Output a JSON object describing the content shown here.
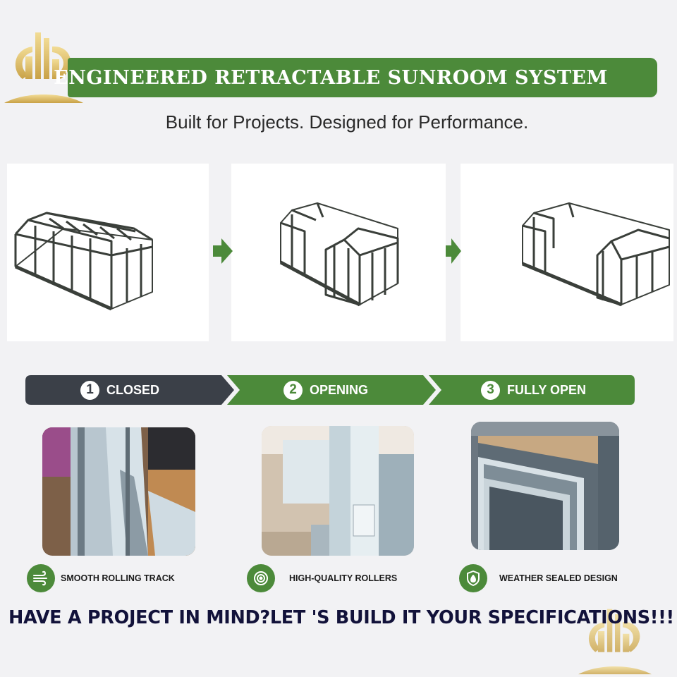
{
  "header": {
    "title": "ENGINEERED RETRACTABLE SUNROOM SYSTEM",
    "subtitle": "Built for Projects. Designed for Performance."
  },
  "steps": [
    {
      "number": "1",
      "label": "CLOSED"
    },
    {
      "number": "2",
      "label": "OPENING"
    },
    {
      "number": "3",
      "label": "FULLY OPEN"
    }
  ],
  "features": [
    {
      "label": "SMOOTH ROLLING TRACK",
      "icon": "track-icon"
    },
    {
      "label": "HIGH-QUALITY ROLLERS",
      "icon": "roller-icon"
    },
    {
      "label": "WEATHER SEALED DESIGN",
      "icon": "shield-drop-icon"
    }
  ],
  "cta": "HAVE A PROJECT IN MIND?LET 'S BUILD IT YOUR SPECIFICATIONS!!!",
  "colors": {
    "green": "#4c8a3a",
    "dark": "#3b4048",
    "background": "#f2f2f4",
    "logo_gold": "#d6b45a"
  }
}
